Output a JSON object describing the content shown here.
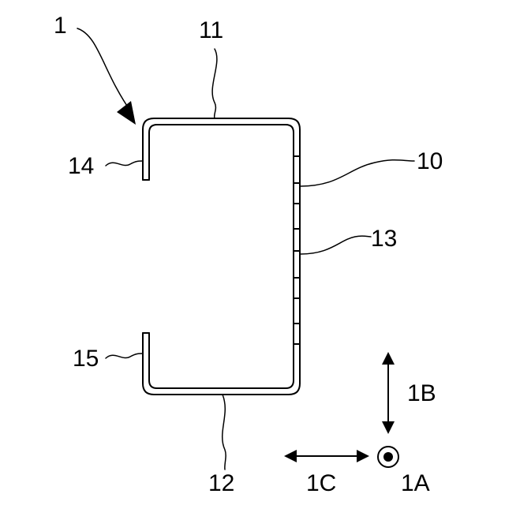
{
  "labels": {
    "assembly": "1",
    "web": "10",
    "upper_flange": "11",
    "lower_flange": "12",
    "holes": "13",
    "upper_lip": "14",
    "lower_lip": "15",
    "dir_1a": "1A",
    "dir_1b": "1B",
    "dir_1c": "1C"
  }
}
